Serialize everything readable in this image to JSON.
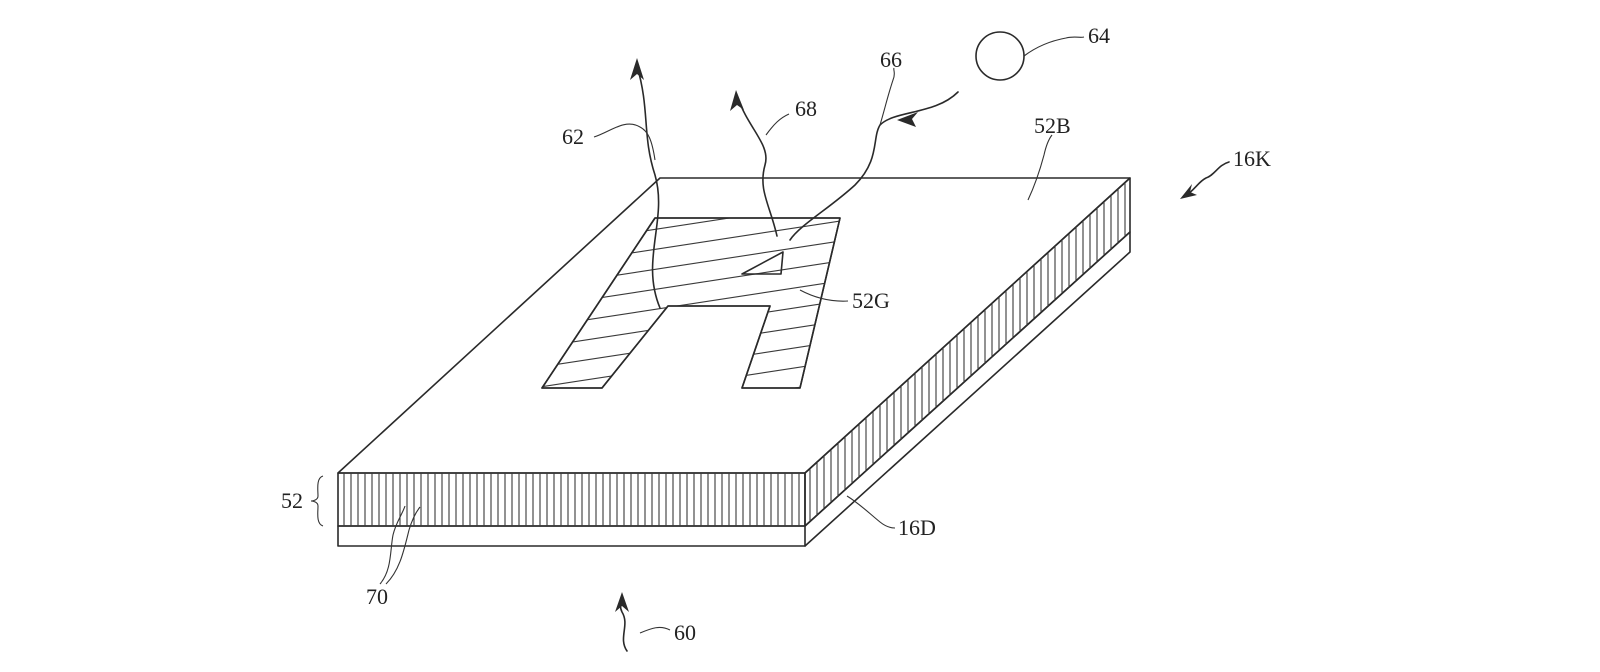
{
  "figure": {
    "labels": {
      "l64": "64",
      "l66": "66",
      "l68": "68",
      "l62": "62",
      "l52B": "52B",
      "l16K": "16K",
      "l52G": "52G",
      "l52": "52",
      "l16D": "16D",
      "l70": "70",
      "l60": "60"
    },
    "colors": {
      "ink": "#2a2a2a",
      "background": "#ffffff"
    }
  }
}
